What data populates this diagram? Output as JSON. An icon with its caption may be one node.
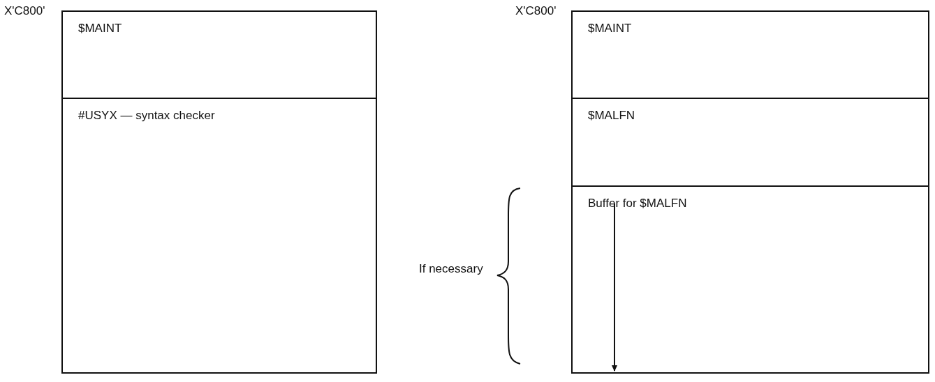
{
  "diagram": {
    "nodes": [
      {
        "text": [
          "$MAINT"
        ]
      },
      {
        "text": [
          "#USYX — syntax checker"
        ]
      },
      {
        "text": [
          "$MAINT"
        ]
      },
      {
        "text": [
          "$MALFN"
        ]
      },
      {
        "text": [
          "Buffer for $MALFN"
        ]
      }
    ],
    "labels": [
      "X'C800'",
      "X'C800'",
      "If necessary"
    ]
  }
}
